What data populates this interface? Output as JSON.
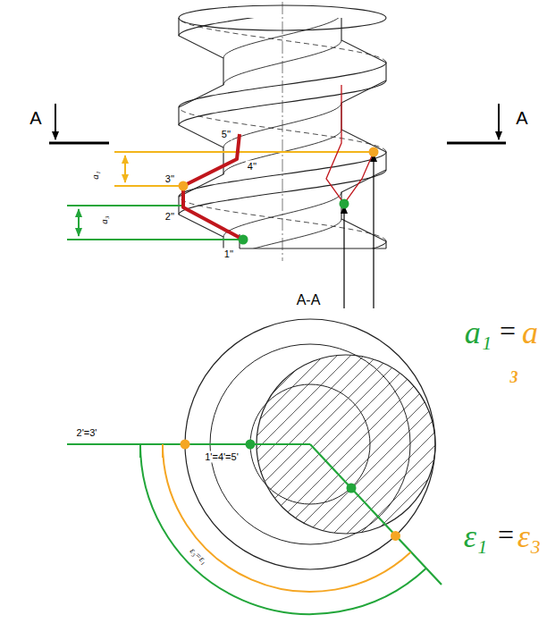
{
  "diagram": {
    "labels": [
      "A",
      "A",
      "5''",
      "4''",
      "3''",
      "2''",
      "1''",
      "a₁",
      "a₃",
      "A-A",
      "a₁",
      "=",
      "a",
      "3",
      "2'=3'",
      "1'=4'=5'",
      "ε₃=ε₁",
      "ε₁",
      "=",
      "ε₃"
    ]
  }
}
